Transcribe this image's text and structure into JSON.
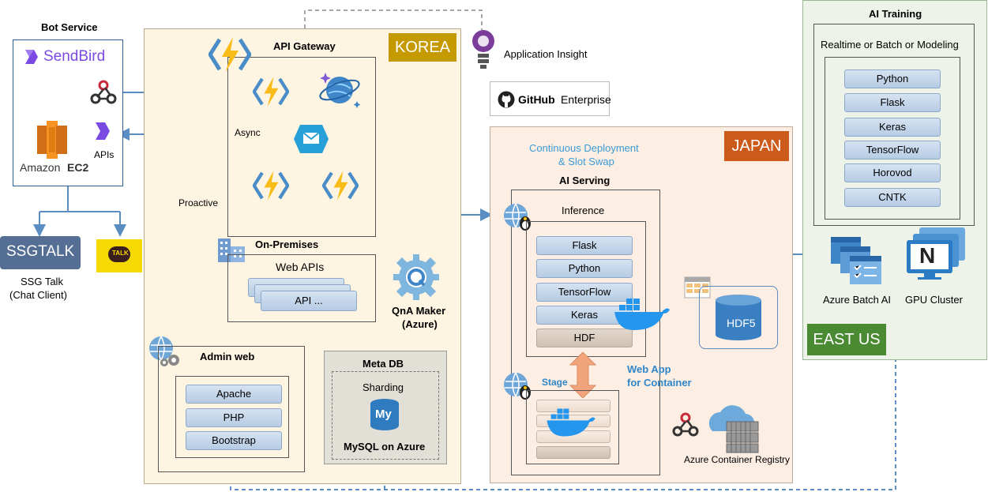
{
  "bot_service": {
    "title": "Bot Service",
    "sendbird": "SendBird",
    "apis": "APIs",
    "amazon": "Amazon",
    "ec2": "EC2",
    "ssgtalk_logo": "SSGTALK",
    "ssg_talk_label_1": "SSG Talk",
    "ssg_talk_label_2": "(Chat Client)",
    "kakao_logo": "TALK"
  },
  "korea": {
    "tag": "KOREA",
    "api_gateway": "API Gateway",
    "async": "Async",
    "proactive": "Proactive",
    "on_premises": "On-Premises",
    "web_apis": "Web APIs",
    "api_item": "API ...",
    "qna_maker_1": "QnA Maker",
    "qna_maker_2": "(Azure)",
    "admin_web": "Admin web",
    "admin_stack": [
      "Apache",
      "PHP",
      "Bootstrap"
    ],
    "meta_db": "Meta DB",
    "sharding": "Sharding",
    "mysql_logo": "My",
    "mysql": "MySQL on Azure"
  },
  "top": {
    "application_insight": "Application Insight",
    "github_bold": "GitHub",
    "github_rest": "Enterprise"
  },
  "japan": {
    "tag": "JAPAN",
    "cd_1": "Continuous Deployment",
    "cd_2": "& Slot Swap",
    "ai_serving": "AI Serving",
    "inference": "Inference",
    "inference_stack": [
      "Flask",
      "Python",
      "TensorFlow",
      "Keras",
      "HDF"
    ],
    "stage": "Stage",
    "web_app_1": "Web App",
    "web_app_2": "for Container",
    "hdf5": "HDF5",
    "acr": "Azure Container Registry"
  },
  "east_us": {
    "tag": "EAST US",
    "ai_training": "AI Training",
    "modes": "Realtime or Batch or Modeling",
    "stack": [
      "Python",
      "Flask",
      "Keras",
      "TensorFlow",
      "Horovod",
      "CNTK"
    ],
    "batch_ai": "Azure Batch AI",
    "gpu_cluster": "GPU Cluster",
    "gpu_logo": "N"
  },
  "colors": {
    "korea_bg": "#fdf5e1",
    "japan_bg": "#fdeee4",
    "east_us_bg": "#eef3ea",
    "korea_tag": "#c49a00",
    "japan_tag": "#cc5a1a",
    "east_us_tag": "#4a8a32",
    "connector": "#5b8cc2"
  }
}
